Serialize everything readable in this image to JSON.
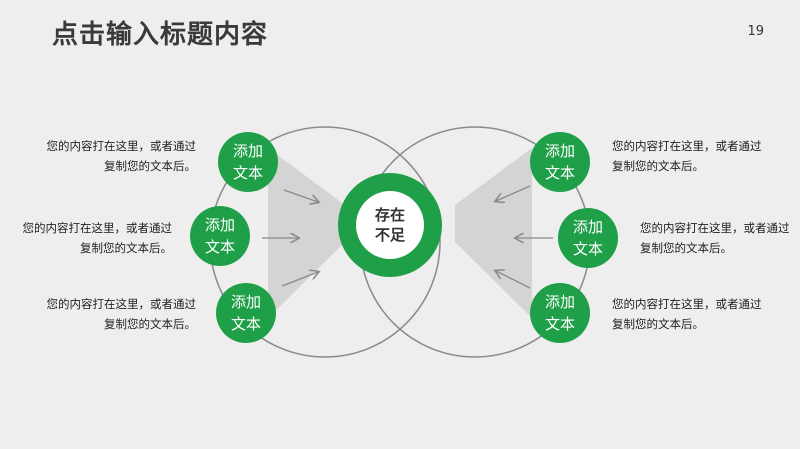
{
  "header": {
    "title": "点击输入标题内容",
    "page_number": "19"
  },
  "colors": {
    "accent": "#1fa048",
    "background": "#eeeeee",
    "wedge": "#d4d4d4",
    "line": "#8a8a8a"
  },
  "center": {
    "label": "存在\n不足"
  },
  "left_items": [
    {
      "node_label": "添加\n文本",
      "text": "您的内容打在这里，或者通过复制您的文本后。"
    },
    {
      "node_label": "添加\n文本",
      "text": "您的内容打在这里，或者通过复制您的文本后。"
    },
    {
      "node_label": "添加\n文本",
      "text": "您的内容打在这里，或者通过复制您的文本后。"
    }
  ],
  "right_items": [
    {
      "node_label": "添加\n文本",
      "text": "您的内容打在这里，或者通过复制您的文本后。"
    },
    {
      "node_label": "添加\n文本",
      "text": "您的内容打在这里，或者通过复制您的文本后。"
    },
    {
      "node_label": "添加\n文本",
      "text": "您的内容打在这里，或者通过复制您的文本后。"
    }
  ]
}
